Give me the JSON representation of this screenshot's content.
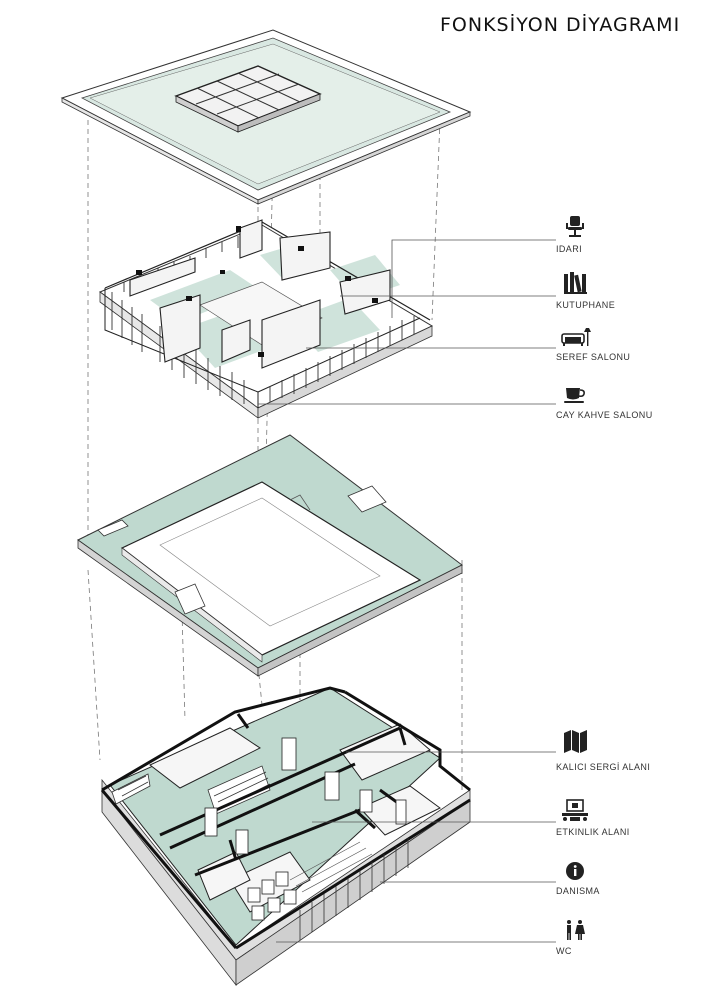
{
  "title": "FONKSİYON DİYAGRAMI",
  "colors": {
    "accent": "#bfd9cf",
    "line": "#222222",
    "leader": "#555555"
  },
  "upper_functions": [
    {
      "label": "IDARI",
      "icon": "office-chair-icon"
    },
    {
      "label": "KUTUPHANE",
      "icon": "books-icon"
    },
    {
      "label": "SEREF SALONU",
      "icon": "sofa-icon"
    },
    {
      "label": "CAY KAHVE SALONU",
      "icon": "coffee-cup-icon"
    }
  ],
  "ground_functions": [
    {
      "label": "KALICI SERGİ ALANI",
      "icon": "folded-map-icon"
    },
    {
      "label": "ETKINLIK ALANI",
      "icon": "presentation-icon"
    },
    {
      "label": "DANISMA",
      "icon": "info-icon"
    },
    {
      "label": "WC",
      "icon": "restroom-icon"
    }
  ]
}
